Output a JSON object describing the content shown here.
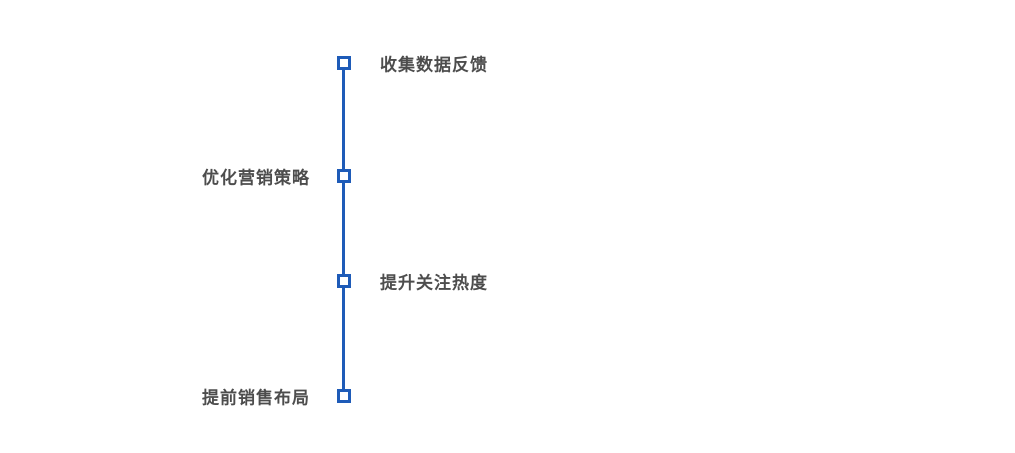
{
  "timeline": {
    "items": [
      {
        "label": "收集数据反馈",
        "side": "right"
      },
      {
        "label": "优化营销策略",
        "side": "left"
      },
      {
        "label": "提升关注热度",
        "side": "right"
      },
      {
        "label": "提前销售布局",
        "side": "left"
      }
    ]
  },
  "colors": {
    "accent": "#1e5bb8",
    "label_text": "#4d4d4d",
    "background": "#ffffff"
  }
}
